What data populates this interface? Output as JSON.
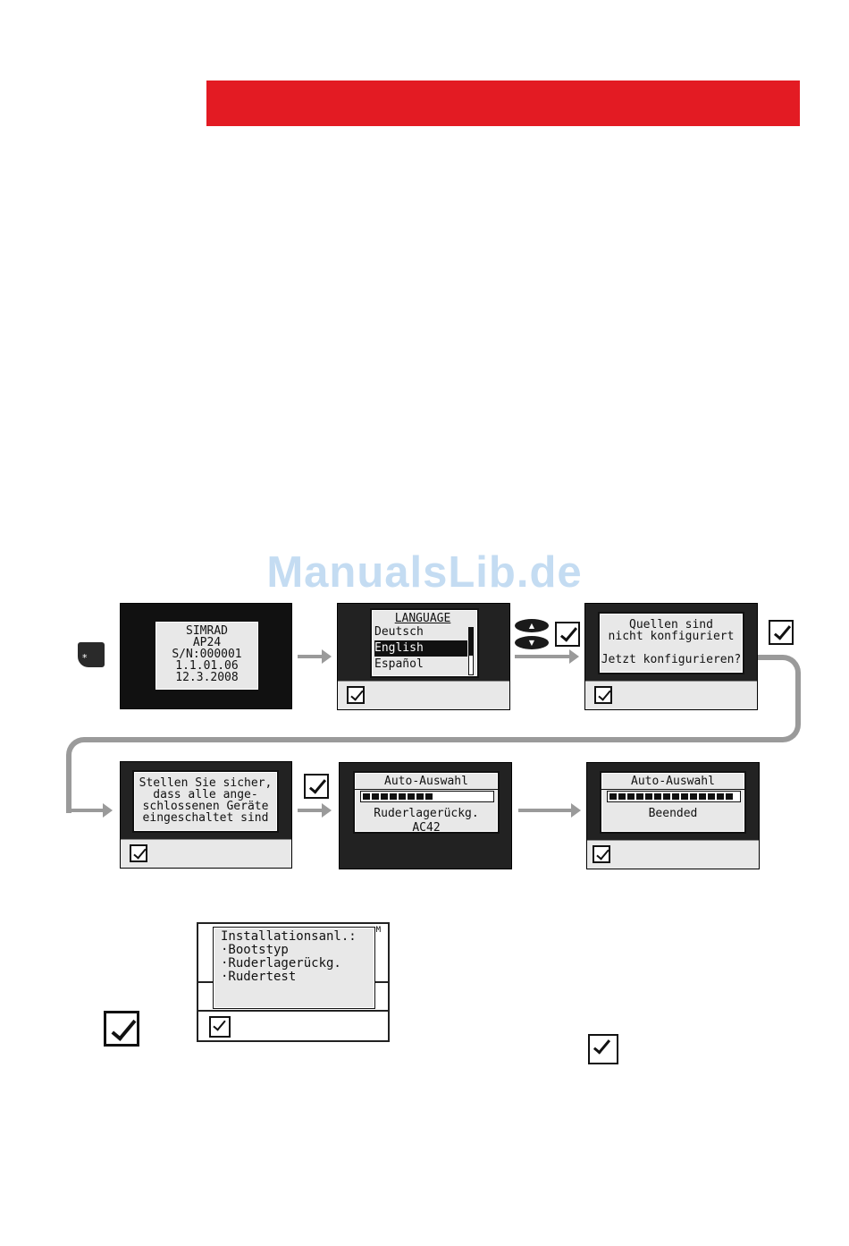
{
  "watermark": "ManualsLib.de",
  "screen1": {
    "lines": [
      "SIMRAD",
      "AP24",
      "S/N:000001",
      "1.1.01.06",
      "12.3.2008"
    ]
  },
  "screen2": {
    "header": "LANGUAGE",
    "options": [
      "Deutsch",
      "English",
      "Español"
    ],
    "selected_index": 1
  },
  "screen3": {
    "lines": [
      "Quellen sind",
      "nicht konfiguriert",
      "",
      "Jetzt konfigurieren?"
    ]
  },
  "screen4": {
    "lines": [
      "Stellen Sie sicher,",
      "dass alle ange-",
      "schlossenen Geräte",
      "eingeschaltet sind"
    ]
  },
  "screen5": {
    "header": "Auto-Auswahl",
    "lines": [
      "Ruderlagerückg.",
      "AC42"
    ],
    "progress": 0.6
  },
  "screen6": {
    "header": "Auto-Auswahl",
    "lines": [
      "Beended"
    ],
    "progress": 1.0
  },
  "screen7": {
    "lines": [
      "Installationsanl.:",
      "·Bootstyp",
      "·Ruderlagerückg.",
      "·Rudertest"
    ],
    "corner_mark": "M"
  },
  "icons": {
    "star_key": "star-key-icon",
    "star_symbol": "*",
    "updown": "up-down-keys-icon",
    "check": "check-key-icon"
  },
  "colors": {
    "red_bar": "#e31b23",
    "watermark": "#c4dcf2",
    "arrow": "#9a9a9a"
  }
}
